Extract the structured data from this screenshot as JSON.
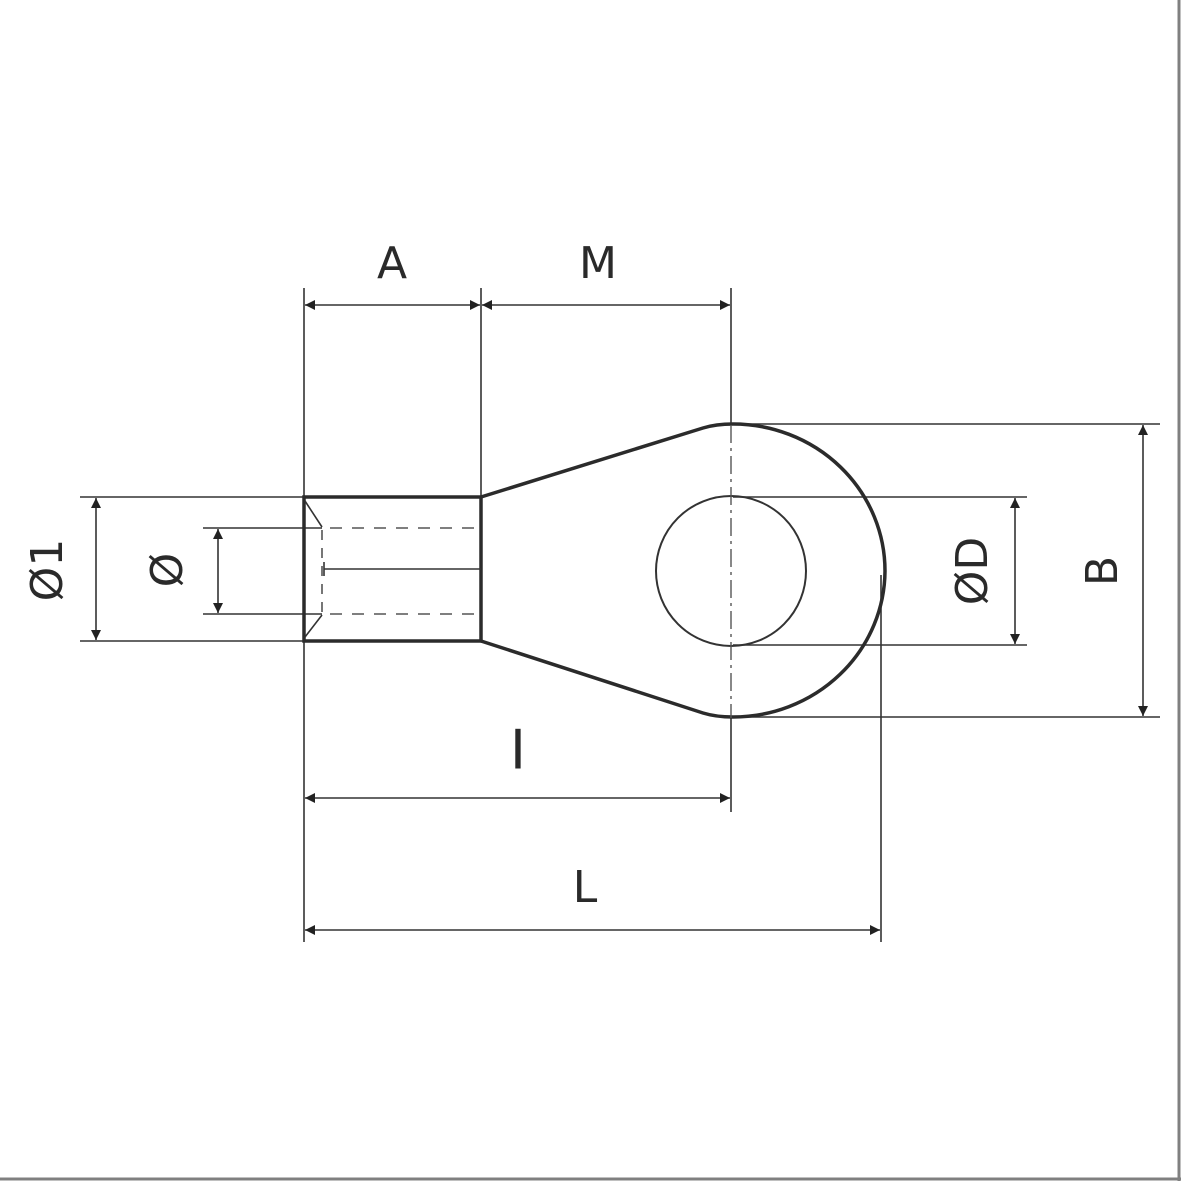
{
  "title": "Ring terminal dimension drawing",
  "labels": {
    "A": "A",
    "M": "M",
    "diameter_outer": "Ø1",
    "diameter_inner": "Ø",
    "diameter_hole": "ØD",
    "B": "B",
    "I": "I",
    "L": "L"
  },
  "colors": {
    "line": "#2b2b2b",
    "border": "#808080"
  }
}
